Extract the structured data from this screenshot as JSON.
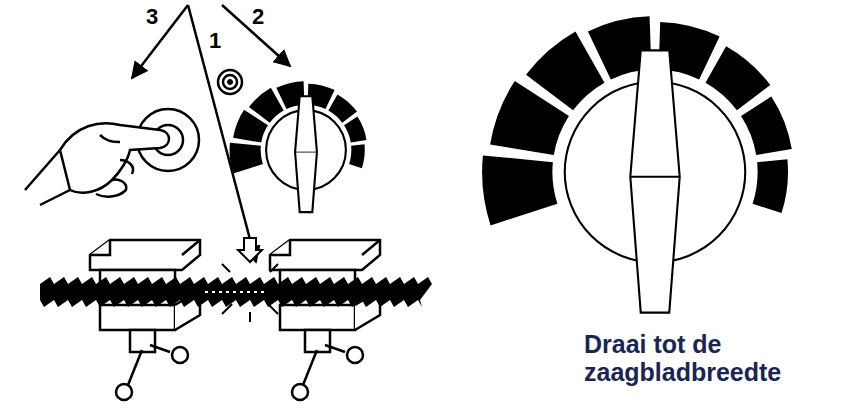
{
  "diagram": {
    "labels": [
      "3",
      "1",
      "2",
      "Draai tot de zaagbladbreedte"
    ]
  }
}
